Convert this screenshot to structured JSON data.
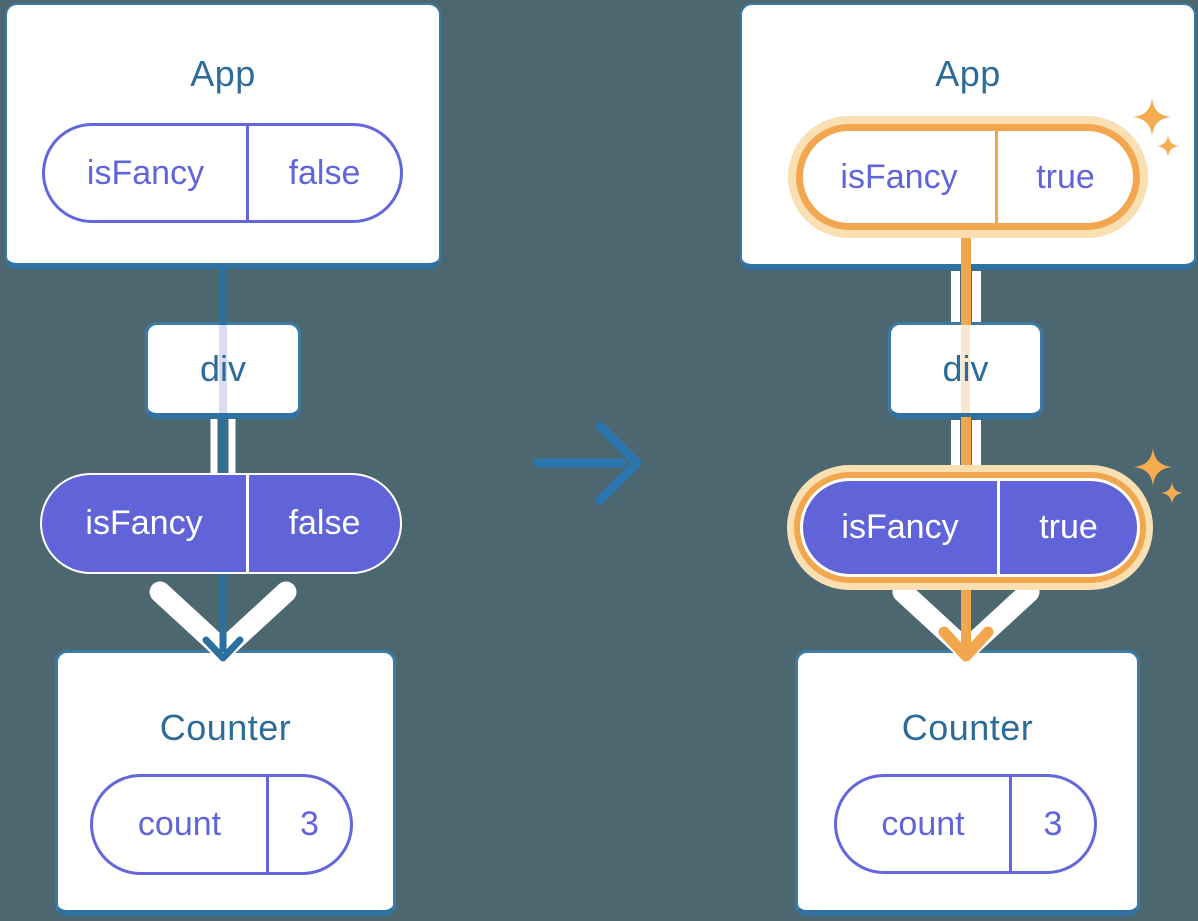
{
  "diagram": {
    "description_hint": "two React component trees, before and after a prop change",
    "transition_icon": "arrow-right-icon",
    "highlight_icon": "sparkle-icon"
  },
  "colors": {
    "background": "#4C6770",
    "card_border": "#2F72A2",
    "title_text": "#2D6C99",
    "purple_fill": "#6164D8",
    "purple_border": "#6366DC",
    "purple_text": "#6165DB",
    "arrow_blue": "#2B76AE",
    "highlight_orange": "#F2A64D",
    "highlight_orange_light": "#F9DFB2",
    "white": "#FFFFFF"
  },
  "left_tree": {
    "app": {
      "title": "App",
      "prop_name": "isFancy",
      "prop_value": "false"
    },
    "container": {
      "label": "div"
    },
    "passed_prop": {
      "name": "isFancy",
      "value": "false"
    },
    "counter": {
      "title": "Counter",
      "state_name": "count",
      "state_value": "3"
    }
  },
  "right_tree": {
    "app": {
      "title": "App",
      "prop_name": "isFancy",
      "prop_value": "true"
    },
    "container": {
      "label": "div"
    },
    "passed_prop": {
      "name": "isFancy",
      "value": "true"
    },
    "counter": {
      "title": "Counter",
      "state_name": "count",
      "state_value": "3"
    }
  }
}
